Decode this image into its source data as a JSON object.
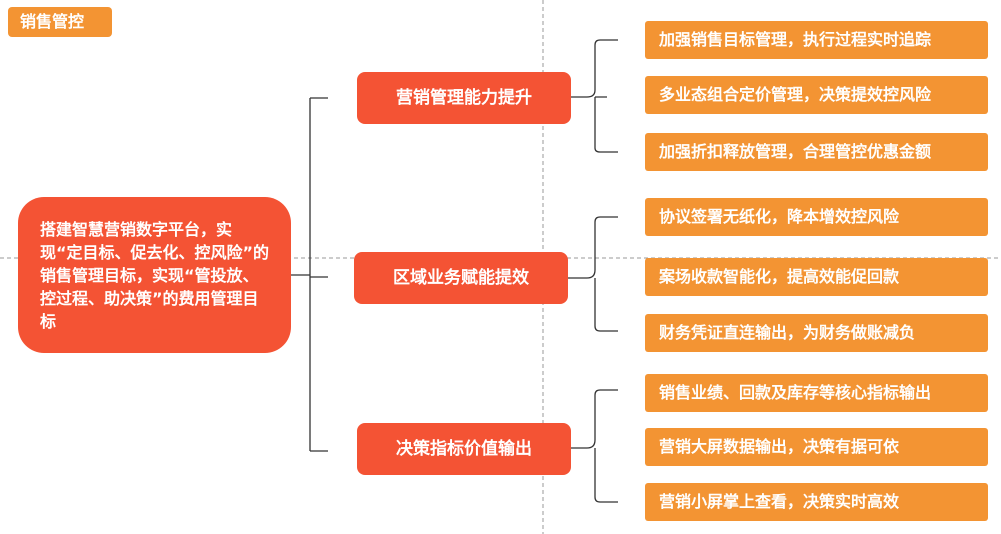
{
  "colors": {
    "tag": "#F39433",
    "root": "#F45334",
    "mid": "#F45334",
    "leaf": "#F39433",
    "line": "#333333",
    "guide": "#999999"
  },
  "tag": "销售管控",
  "root": {
    "text": "搭建智慧营销数字平台，实现“定目标、促去化、控风险”的销售管理目标，实现“管投放、控过程、助决策”的费用管理目标"
  },
  "branches": [
    {
      "label": "营销管理能力提升",
      "items": [
        "加强销售目标管理，执行过程实时追踪",
        "多业态组合定价管理，决策提效控风险",
        "加强折扣释放管理，合理管控优惠金额"
      ]
    },
    {
      "label": "区域业务赋能提效",
      "items": [
        "协议签署无纸化，降本增效控风险",
        "案场收款智能化，提高效能促回款",
        "财务凭证直连输出，为财务做账减负"
      ]
    },
    {
      "label": "决策指标价值输出",
      "items": [
        "销售业绩、回款及库存等核心指标输出",
        "营销大屏数据输出，决策有据可依",
        "营销小屏掌上查看，决策实时高效"
      ]
    }
  ]
}
